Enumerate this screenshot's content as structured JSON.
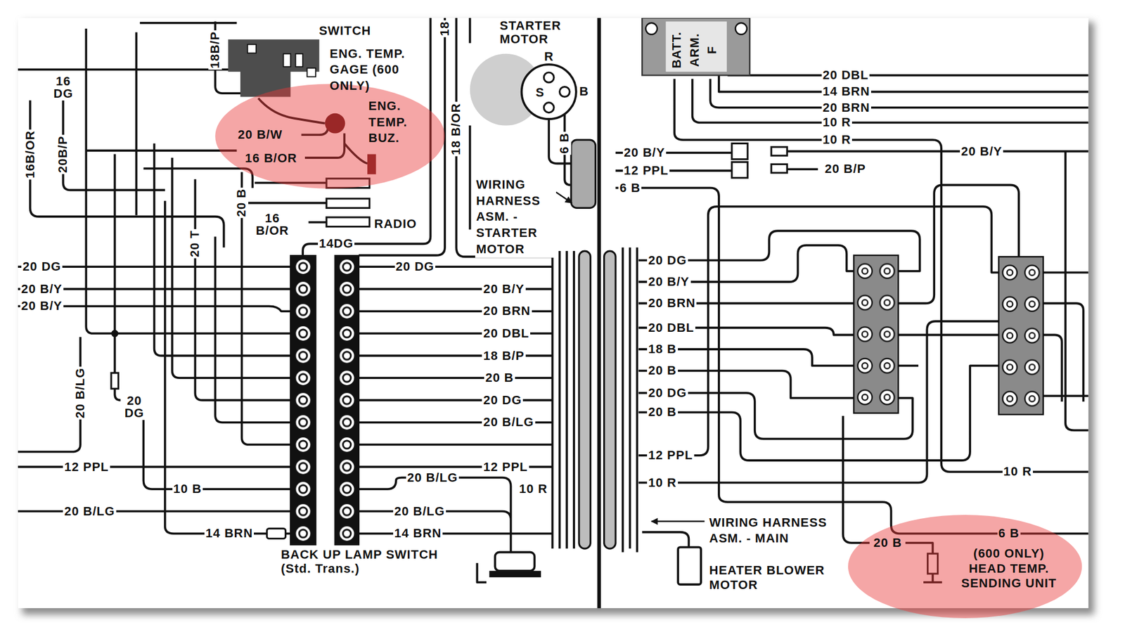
{
  "diagram": {
    "nodes": [
      {
        "text": [
          "SWITCH"
        ]
      },
      {
        "text": [
          "ENG. TEMP. GAGE (600 ONLY)"
        ]
      },
      {
        "text": [
          "ENG. TEMP. BUZ."
        ]
      },
      {
        "text": [
          "RADIO"
        ]
      },
      {
        "text": [
          "STARTER MOTOR",
          "R",
          "S",
          "B"
        ]
      },
      {
        "text": [
          "BACK UP LAMP SWITCH",
          "(Std. Trans.)"
        ]
      },
      {
        "text": [
          "BATT.",
          "ARM.",
          "F"
        ]
      },
      {
        "text": [
          "HEATER BLOWER MOTOR"
        ]
      },
      {
        "text": [
          "(600 ONLY) HEAD TEMP. SENDING UNIT"
        ]
      }
    ],
    "labels": [
      "18B/P",
      "16 DG",
      "16B/OR",
      "20B/P",
      "18",
      "18 B/OR",
      "20 B/W",
      "16 B/OR",
      "20 B",
      "16 B/OR",
      "14DG",
      "20 T",
      "20 DG",
      "20 B/Y",
      "20 B/Y",
      "20 B/LG",
      "20 DG",
      "12 PPL",
      "10 B",
      "20 B/LG",
      "14 BRN",
      "20 DG",
      "20 B/Y",
      "20 BRN",
      "20 DBL",
      "18 B/P",
      "20 B",
      "20 DG",
      "20 B/LG",
      "12 PPL",
      "20 B/LG",
      "10 R",
      "20 B/LG",
      "14 BRN",
      "WIRING HARNESS ASM. - STARTER MOTOR",
      "20 B/Y",
      "12 PPL",
      "6 B",
      "20 DBL",
      "14 BRN",
      "20 BRN",
      "10 R",
      "10 R",
      "20 B/P",
      "20 B/Y",
      "20 DG",
      "20 B/Y",
      "20 BRN",
      "20 DBL",
      "18 B",
      "20 B",
      "20 DG",
      "20 B",
      "12 PPL",
      "10 R",
      "WIRING HARNESS ASM. - MAIN",
      "10 R",
      "6 B",
      "20 B",
      "6 B"
    ]
  }
}
